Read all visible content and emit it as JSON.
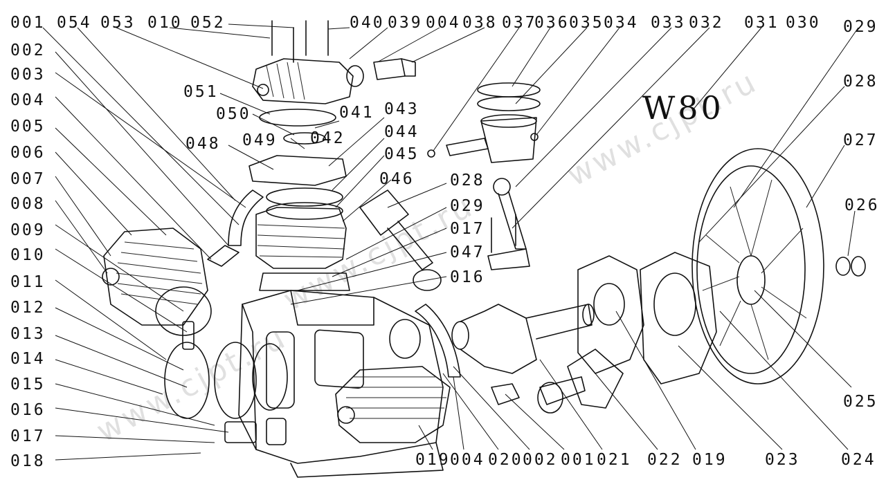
{
  "model_label": "W80",
  "watermark_text": "www.cjpt.ru",
  "callouts": [
    {
      "id": "top-001",
      "text": "001"
    },
    {
      "id": "top-054",
      "text": "054"
    },
    {
      "id": "top-053",
      "text": "053"
    },
    {
      "id": "top-010",
      "text": "010"
    },
    {
      "id": "top-052",
      "text": "052"
    },
    {
      "id": "top-040",
      "text": "040"
    },
    {
      "id": "top-039",
      "text": "039"
    },
    {
      "id": "top-004",
      "text": "004"
    },
    {
      "id": "top-038",
      "text": "038"
    },
    {
      "id": "top-037",
      "text": "037"
    },
    {
      "id": "top-036",
      "text": "036"
    },
    {
      "id": "top-035",
      "text": "035"
    },
    {
      "id": "top-034",
      "text": "034"
    },
    {
      "id": "top-033",
      "text": "033"
    },
    {
      "id": "top-032",
      "text": "032"
    },
    {
      "id": "top-031",
      "text": "031"
    },
    {
      "id": "top-030",
      "text": "030"
    },
    {
      "id": "top-029",
      "text": "029"
    },
    {
      "id": "left-002",
      "text": "002"
    },
    {
      "id": "left-003",
      "text": "003"
    },
    {
      "id": "left-004",
      "text": "004"
    },
    {
      "id": "left-005",
      "text": "005"
    },
    {
      "id": "left-006",
      "text": "006"
    },
    {
      "id": "left-007",
      "text": "007"
    },
    {
      "id": "left-008",
      "text": "008"
    },
    {
      "id": "left-009",
      "text": "009"
    },
    {
      "id": "left-010",
      "text": "010"
    },
    {
      "id": "left-011",
      "text": "011"
    },
    {
      "id": "left-012",
      "text": "012"
    },
    {
      "id": "left-013",
      "text": "013"
    },
    {
      "id": "left-014",
      "text": "014"
    },
    {
      "id": "left-015",
      "text": "015"
    },
    {
      "id": "left-016",
      "text": "016"
    },
    {
      "id": "left-017",
      "text": "017"
    },
    {
      "id": "left-018",
      "text": "018"
    },
    {
      "id": "mid-051",
      "text": "051"
    },
    {
      "id": "mid-050",
      "text": "050"
    },
    {
      "id": "mid-041",
      "text": "041"
    },
    {
      "id": "mid-043",
      "text": "043"
    },
    {
      "id": "mid-042",
      "text": "042"
    },
    {
      "id": "mid-049",
      "text": "049"
    },
    {
      "id": "mid-044",
      "text": "044"
    },
    {
      "id": "mid-048",
      "text": "048"
    },
    {
      "id": "mid-045",
      "text": "045"
    },
    {
      "id": "mid-046",
      "text": "046"
    },
    {
      "id": "mid-028",
      "text": "028"
    },
    {
      "id": "mid-029",
      "text": "029"
    },
    {
      "id": "mid-017",
      "text": "017"
    },
    {
      "id": "mid-047",
      "text": "047"
    },
    {
      "id": "mid-016",
      "text": "016"
    },
    {
      "id": "right-028",
      "text": "028"
    },
    {
      "id": "right-027",
      "text": "027"
    },
    {
      "id": "right-026",
      "text": "026"
    },
    {
      "id": "right-025",
      "text": "025"
    },
    {
      "id": "bottom-019a",
      "text": "019"
    },
    {
      "id": "bottom-004",
      "text": "004"
    },
    {
      "id": "bottom-020",
      "text": "020"
    },
    {
      "id": "bottom-002",
      "text": "002"
    },
    {
      "id": "bottom-001",
      "text": "001"
    },
    {
      "id": "bottom-021",
      "text": "021"
    },
    {
      "id": "bottom-022",
      "text": "022"
    },
    {
      "id": "bottom-019b",
      "text": "019"
    },
    {
      "id": "bottom-023",
      "text": "023"
    },
    {
      "id": "bottom-024",
      "text": "024"
    }
  ]
}
